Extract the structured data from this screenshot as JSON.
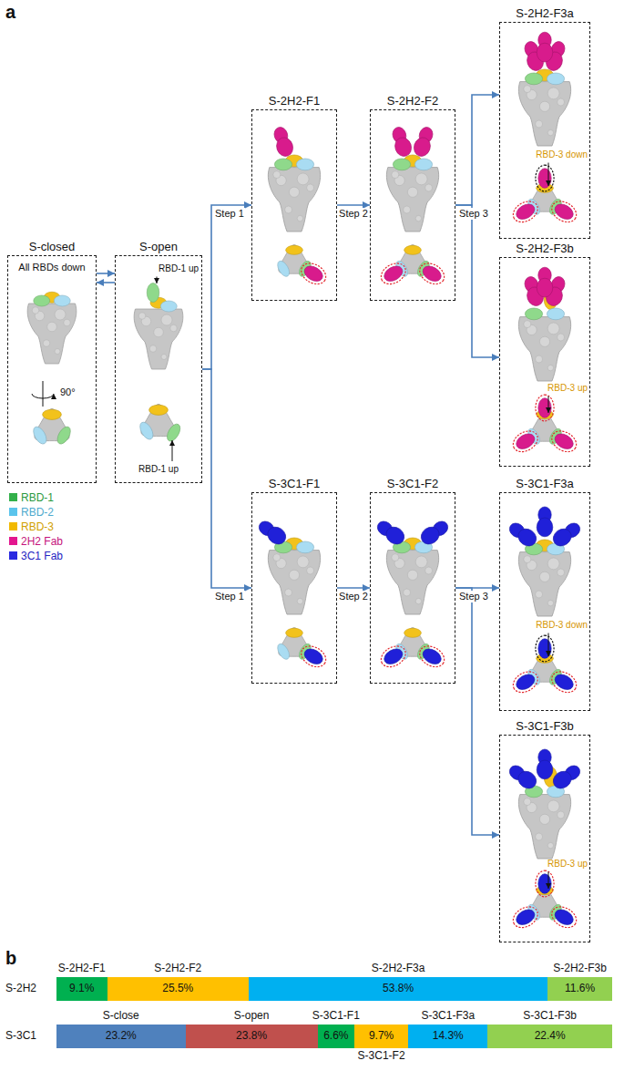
{
  "diagram": {
    "nodes": [
      {
        "text": [
          "S-closed",
          "All RBDs down"
        ]
      },
      {
        "text": [
          "S-open",
          "RBD-1 up",
          "RBD-1 up"
        ]
      },
      {
        "text": [
          "S-2H2-F1"
        ]
      },
      {
        "text": [
          "S-2H2-F2"
        ]
      },
      {
        "text": [
          "S-2H2-F3a",
          "RBD-3 down"
        ]
      },
      {
        "text": [
          "S-2H2-F3b",
          "RBD-3 up"
        ]
      },
      {
        "text": [
          "S-3C1-F1"
        ]
      },
      {
        "text": [
          "S-3C1-F2"
        ]
      },
      {
        "text": [
          "S-3C1-F3a",
          "RBD-3 down"
        ]
      },
      {
        "text": [
          "S-3C1-F3b",
          "RBD-3 up"
        ]
      },
      {
        "text": [
          "S-2H2-F1",
          "9.1%"
        ]
      },
      {
        "text": [
          "S-2H2-F2",
          "25.5%"
        ]
      },
      {
        "text": [
          "S-2H2-F3a",
          "53.8%"
        ]
      },
      {
        "text": [
          "S-2H2-F3b",
          "11.6%"
        ]
      },
      {
        "text": [
          "S-close",
          "23.2%"
        ]
      },
      {
        "text": [
          "S-open",
          "23.8%"
        ]
      },
      {
        "text": [
          "S-3C1-F1",
          "6.6%"
        ]
      },
      {
        "text": [
          "S-3C1-F2",
          "9.7%"
        ]
      },
      {
        "text": [
          "S-3C1-F3a",
          "14.3%"
        ]
      },
      {
        "text": [
          "S-3C1-F3b",
          "22.4%"
        ]
      }
    ],
    "edges": [
      {
        "from": 0,
        "to": 1,
        "arrow": "to"
      },
      {
        "from": 1,
        "to": 0,
        "arrow": "to"
      },
      {
        "from": 1,
        "to": 2,
        "arrow": "to",
        "label": "Step 1"
      },
      {
        "from": 1,
        "to": 6,
        "arrow": "to",
        "label": "Step 1"
      },
      {
        "from": 2,
        "to": 3,
        "arrow": "to",
        "label": "Step 2"
      },
      {
        "from": 3,
        "to": 4,
        "arrow": "to",
        "label": "Step 3"
      },
      {
        "from": 3,
        "to": 5,
        "arrow": "to"
      },
      {
        "from": 6,
        "to": 7,
        "arrow": "to",
        "label": "Step 2"
      },
      {
        "from": 7,
        "to": 8,
        "arrow": "to",
        "label": "Step 3"
      },
      {
        "from": 7,
        "to": 9,
        "arrow": "to"
      }
    ],
    "labels": [
      "a",
      "90°",
      "S-2H2",
      "S-3C1",
      "b"
    ],
    "legend": [
      {
        "text": "RBD-1",
        "color": "#33b04a"
      },
      {
        "text": "RBD-2",
        "color": "#5bc4ec"
      },
      {
        "text": "RBD-3",
        "color": "#f1b900"
      },
      {
        "text": "2H2 Fab",
        "color": "#e3168f"
      },
      {
        "text": "3C1 Fab",
        "color": "#2a2ae0"
      }
    ]
  }
}
